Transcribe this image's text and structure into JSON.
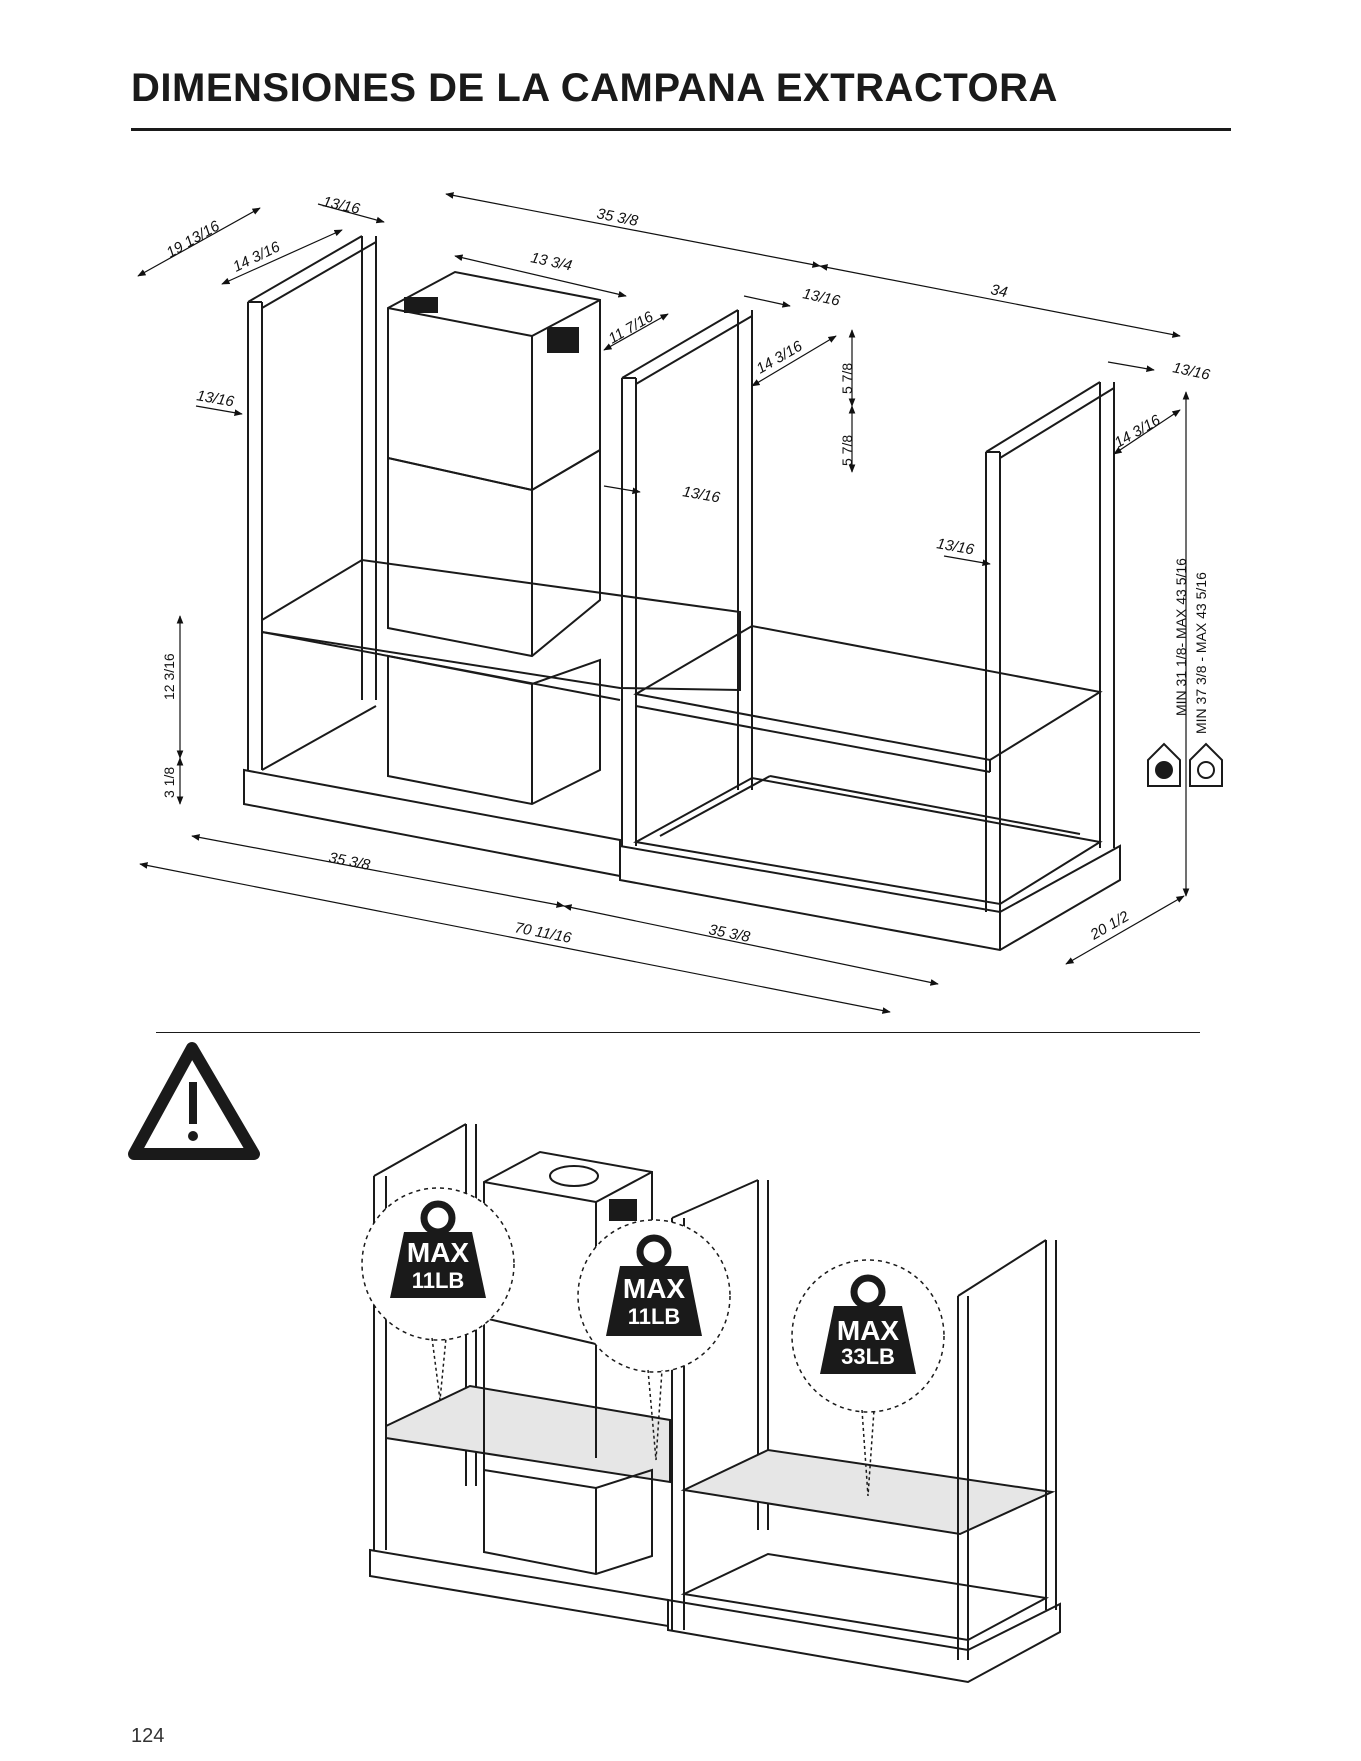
{
  "page": {
    "title": "DIMENSIONES DE LA CAMPANA EXTRACTORA",
    "page_number": "124"
  },
  "diagram": {
    "dimensions": {
      "d_19_13_16": "19 13/16",
      "d_13_16_top": "13/16",
      "d_35_3_8_top": "35 3/8",
      "d_14_3_16_left": "14 3/16",
      "d_13_3_4": "13 3/4",
      "d_11_7_16": "11 7/16",
      "d_13_16_mid": "13/16",
      "d_34": "34",
      "d_14_3_16_mid": "14 3/16",
      "d_5_7_8_a": "5 7/8",
      "d_5_7_8_b": "5 7/8",
      "d_13_16_right": "13/16",
      "d_14_3_16_right": "14 3/16",
      "d_13_16_left_side": "13/16",
      "d_13_16_chimney": "13/16",
      "d_13_16_right_post": "13/16",
      "d_12_3_16": "12 3/16",
      "d_3_1_8": "3 1/8",
      "d_35_3_8_bl": "35 3/8",
      "d_70_11_16": "70 11/16",
      "d_35_3_8_br": "35 3/8",
      "d_20_1_2": "20 1/2",
      "height_range_1": "MIN 31 1/8- MAX 43 5/16",
      "height_range_2": "MIN 37 3/8 - MAX 43 5/16"
    }
  },
  "weights": [
    {
      "max": "MAX",
      "load": "11LB"
    },
    {
      "max": "MAX",
      "load": "11LB"
    },
    {
      "max": "MAX",
      "load": "33LB"
    }
  ],
  "colors": {
    "ink": "#1a1a1a",
    "shelf_fill": "#e6e6e6",
    "weight_badge": "#1a1a1a"
  }
}
